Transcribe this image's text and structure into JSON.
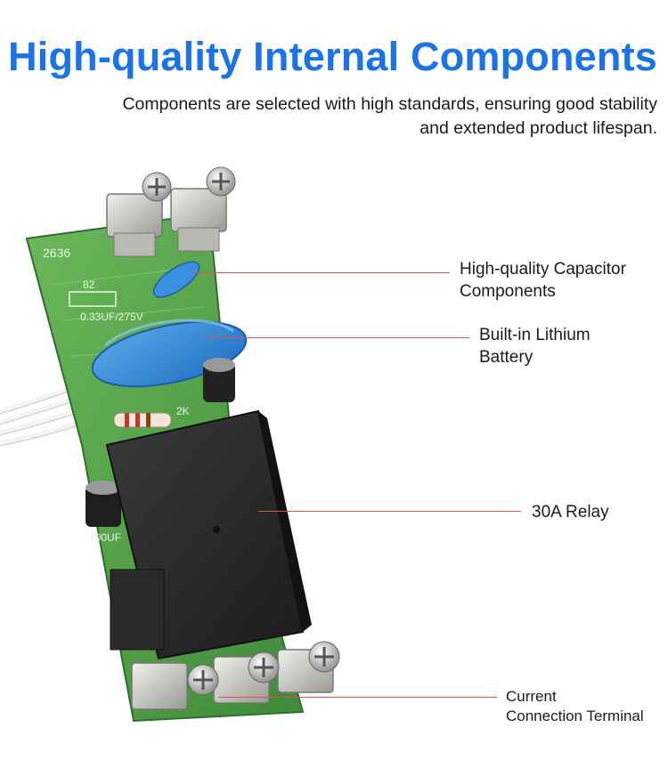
{
  "header": {
    "title": "High-quality Internal Components",
    "subtitle_line1": "Components are selected with high standards, ensuring good stability",
    "subtitle_line2": "and extended product lifespan."
  },
  "board": {
    "pcb_code": "2636",
    "resistor_label": "82",
    "capacitor_label": "0.33UF/275V",
    "resistor2_label": "2K",
    "cap_small_label": "100UF"
  },
  "callouts": [
    {
      "line1": "High-quality Capacitor",
      "line2": "Components"
    },
    {
      "line1": "Built-in Lithium",
      "line2": "Battery"
    },
    {
      "line1": "30A Relay",
      "line2": ""
    },
    {
      "line1": "Current",
      "line2": "Connection Terminal"
    }
  ],
  "colors": {
    "title": "#1a73e8",
    "leader": "#d9534f",
    "pcb": "#5aa64a",
    "relay": "#2b2b2b",
    "battery": "#2f86d6"
  }
}
